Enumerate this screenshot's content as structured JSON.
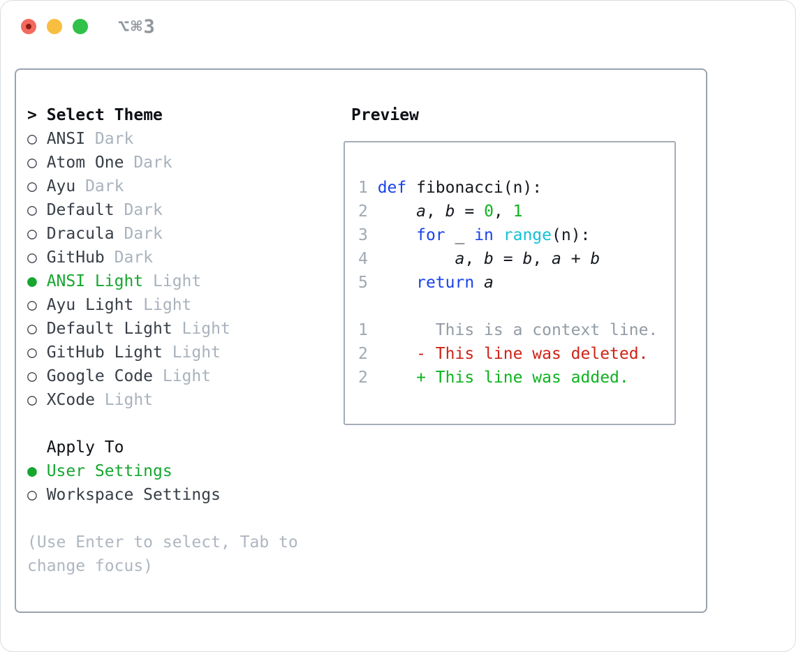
{
  "window": {
    "title": "⌥⌘3",
    "traffic_lights": [
      "close",
      "minimize",
      "zoom"
    ]
  },
  "colors": {
    "accent_green": "#16a62f",
    "keyword_blue": "#1a43ec",
    "builtin_cyan": "#12c2d6",
    "number_green": "#0db31e",
    "deleted_red": "#ce2317",
    "muted_gray": "#a9b2bc",
    "panel_border": "#99a3ae"
  },
  "sidebar": {
    "header": {
      "prompt": ">",
      "label": "Select Theme"
    },
    "themes": [
      {
        "name": "ANSI",
        "variant": "Dark",
        "selected": false
      },
      {
        "name": "Atom One",
        "variant": "Dark",
        "selected": false
      },
      {
        "name": "Ayu",
        "variant": "Dark",
        "selected": false
      },
      {
        "name": "Default",
        "variant": "Dark",
        "selected": false
      },
      {
        "name": "Dracula",
        "variant": "Dark",
        "selected": false
      },
      {
        "name": "GitHub",
        "variant": "Dark",
        "selected": false
      },
      {
        "name": "ANSI Light",
        "variant": "Light",
        "selected": true
      },
      {
        "name": "Ayu Light",
        "variant": "Light",
        "selected": false
      },
      {
        "name": "Default Light",
        "variant": "Light",
        "selected": false
      },
      {
        "name": "GitHub Light",
        "variant": "Light",
        "selected": false
      },
      {
        "name": "Google Code",
        "variant": "Light",
        "selected": false
      },
      {
        "name": "XCode",
        "variant": "Light",
        "selected": false
      }
    ],
    "apply_to": {
      "label": "Apply To",
      "options": [
        {
          "name": "User Settings",
          "selected": true
        },
        {
          "name": "Workspace Settings",
          "selected": false
        }
      ]
    },
    "help": "(Use Enter to select, Tab to change focus)"
  },
  "preview": {
    "label": "Preview",
    "code_lines": [
      {
        "num": "1",
        "tokens": [
          [
            "kw",
            "def"
          ],
          [
            "plain",
            " fibonacci(n):"
          ]
        ]
      },
      {
        "num": "2",
        "tokens": [
          [
            "plain",
            "    "
          ],
          [
            "var",
            "a"
          ],
          [
            "plain",
            ", "
          ],
          [
            "var",
            "b"
          ],
          [
            "plain",
            " = "
          ],
          [
            "num",
            "0"
          ],
          [
            "plain",
            ", "
          ],
          [
            "num",
            "1"
          ]
        ]
      },
      {
        "num": "3",
        "tokens": [
          [
            "plain",
            "    "
          ],
          [
            "kw",
            "for"
          ],
          [
            "plain",
            " _ "
          ],
          [
            "kw",
            "in"
          ],
          [
            "plain",
            " "
          ],
          [
            "builtin",
            "range"
          ],
          [
            "plain",
            "(n):"
          ]
        ]
      },
      {
        "num": "4",
        "tokens": [
          [
            "plain",
            "        "
          ],
          [
            "var",
            "a"
          ],
          [
            "plain",
            ", "
          ],
          [
            "var",
            "b"
          ],
          [
            "plain",
            " = "
          ],
          [
            "var",
            "b"
          ],
          [
            "plain",
            ", "
          ],
          [
            "var",
            "a"
          ],
          [
            "plain",
            " + "
          ],
          [
            "var",
            "b"
          ]
        ]
      },
      {
        "num": "5",
        "tokens": [
          [
            "plain",
            "    "
          ],
          [
            "kw",
            "return"
          ],
          [
            "plain",
            " "
          ],
          [
            "var",
            "a"
          ]
        ]
      }
    ],
    "diff_lines": [
      {
        "num": "1",
        "tokens": [
          [
            "gap",
            "      "
          ],
          [
            "ctx",
            "This is a context line."
          ]
        ]
      },
      {
        "num": "2",
        "tokens": [
          [
            "gap",
            "    "
          ],
          [
            "del",
            "- This line was deleted."
          ]
        ]
      },
      {
        "num": "2",
        "tokens": [
          [
            "gap",
            "    "
          ],
          [
            "add",
            "+ This line was added."
          ]
        ]
      }
    ]
  }
}
